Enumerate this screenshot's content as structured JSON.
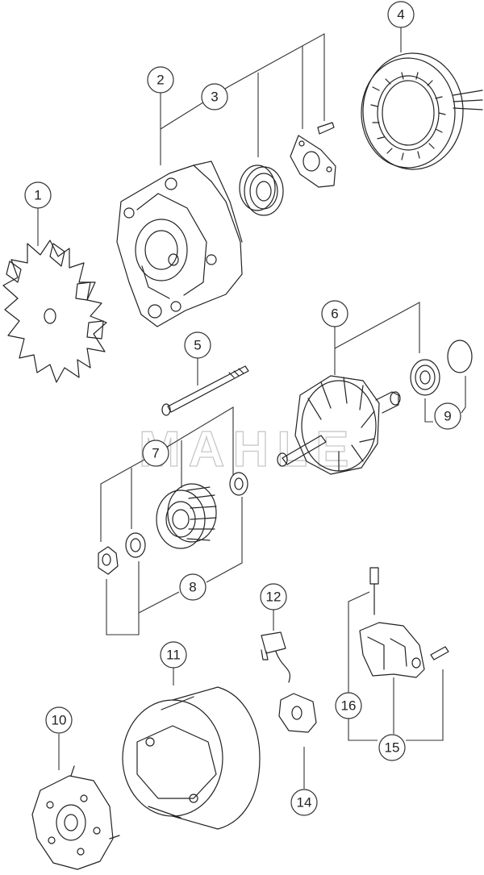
{
  "watermark": {
    "text": "MAHLE",
    "color": "#c8c8c8"
  },
  "line_color": "#222222",
  "callouts": [
    {
      "id": "1",
      "label": "1"
    },
    {
      "id": "2",
      "label": "2"
    },
    {
      "id": "3",
      "label": "3"
    },
    {
      "id": "4",
      "label": "4"
    },
    {
      "id": "5",
      "label": "5"
    },
    {
      "id": "6",
      "label": "6"
    },
    {
      "id": "7",
      "label": "7"
    },
    {
      "id": "8",
      "label": "8"
    },
    {
      "id": "9",
      "label": "9"
    },
    {
      "id": "10",
      "label": "10"
    },
    {
      "id": "11",
      "label": "11"
    },
    {
      "id": "12",
      "label": "12"
    },
    {
      "id": "14",
      "label": "14"
    },
    {
      "id": "15",
      "label": "15"
    },
    {
      "id": "16",
      "label": "16"
    }
  ]
}
